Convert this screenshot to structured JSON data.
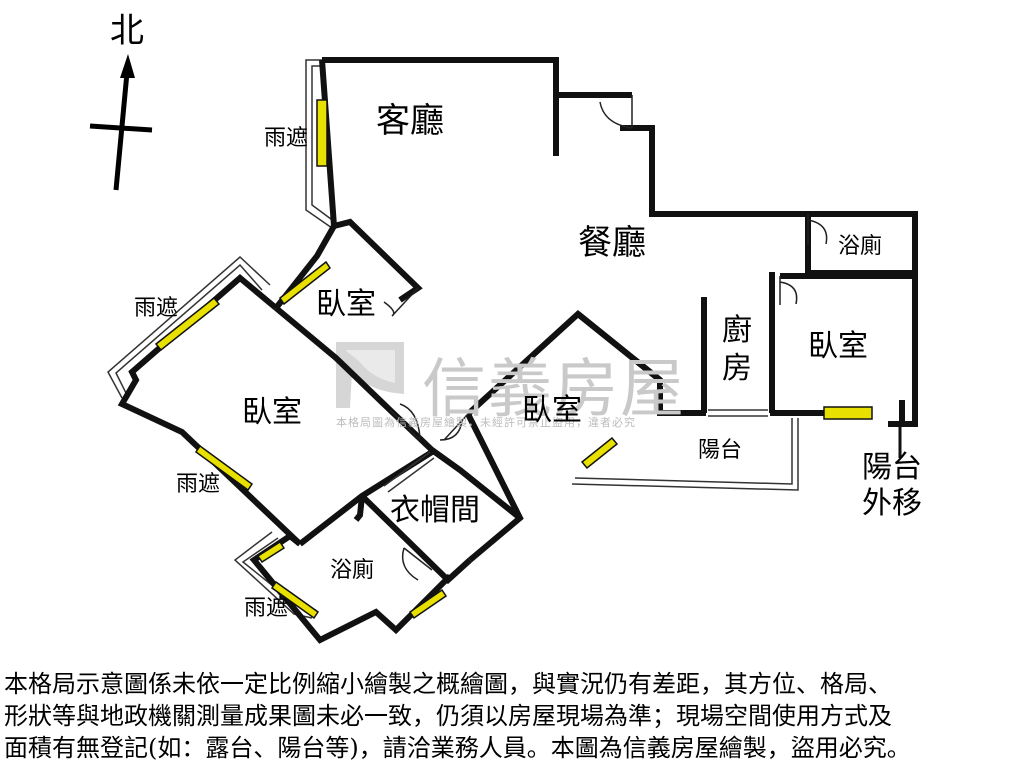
{
  "compass": {
    "north_label": "北"
  },
  "rooms": {
    "living_room": "客廳",
    "dining_room": "餐廳",
    "bath_right": "浴廁",
    "bedroom_small": "臥室",
    "bedroom_left": "臥室",
    "bedroom_center": "臥室",
    "bedroom_right": "臥室",
    "kitchen": "廚房",
    "balcony": "陽台",
    "balcony_moved": "陽台外移",
    "closet": "衣帽間",
    "bath_bottom": "浴廁"
  },
  "canopies": {
    "top": "雨遮",
    "mid_left": "雨遮",
    "lower_left": "雨遮",
    "bottom": "雨遮"
  },
  "watermark": {
    "brand": "信義房屋",
    "notice": "本格局圖為信義房屋繪製，未經許可禁止盜用，違者必究"
  },
  "disclaimer": {
    "line1": "本格局示意圖係未依一定比例縮小繪製之概繪圖，與實況仍有差距，其方位、格局、",
    "line2": "形狀等與地政機關測量成果圖未必一致，仍須以房屋現場為準；現場空間使用方式及",
    "line3": "面積有無登記(如：露台、陽台等)，請洽業務人員。本圖為信義房屋繪製，盜用必究。"
  },
  "colors": {
    "wall": "#111111",
    "window": "#e8e000",
    "watermark": "#cccccc"
  }
}
